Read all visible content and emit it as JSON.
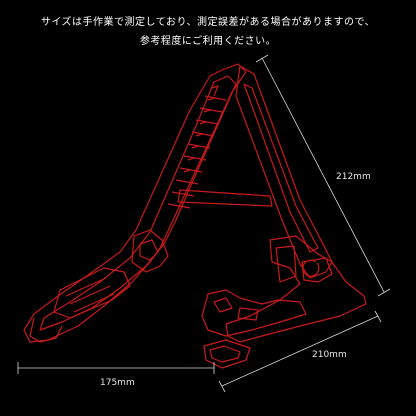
{
  "notice": {
    "line1": "サイズは手作業で測定しており、測定誤差がある場合がありますので、",
    "line2": "参考程度にご利用ください。"
  },
  "dimensions": {
    "height": "212mm",
    "depth": "210mm",
    "base": "175mm"
  },
  "colors": {
    "background": "#000000",
    "outline": "#c81a1a",
    "dimension_line": "#d9d9d9",
    "text": "#ffffff"
  },
  "product": {
    "icon": "guitar-stand-wireframe"
  }
}
